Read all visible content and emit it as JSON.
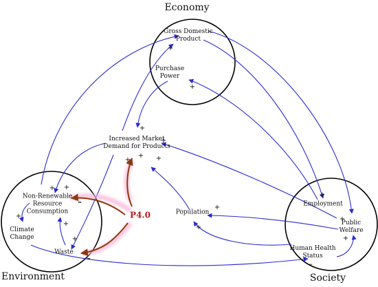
{
  "domain_titles": {
    "economy": "Economy",
    "environment": "Environment",
    "society": "Society"
  },
  "nodes": {
    "gdp": "Gross Domestic\nProduct",
    "purchase_power": "Purchase\nPower",
    "market_demand": "Increased Market\nDemand for Products",
    "non_renewable": "Non-Renewable\nResource\nConsumption",
    "climate_change": "Climate\nChange",
    "waste": "Waste",
    "p40": "P4.0",
    "population": "Population",
    "employment": "Employment",
    "public_welfare": "Public\nWelfare",
    "human_health": "Human Health\nStatus"
  },
  "signs": {
    "plus": "+",
    "minus": "–"
  },
  "colors": {
    "link": "#2a2ad0",
    "p40_link": "#8b3a10",
    "p40_text": "#c0191d",
    "p40_glow": "#f7b3d4",
    "circle": "#000000"
  }
}
